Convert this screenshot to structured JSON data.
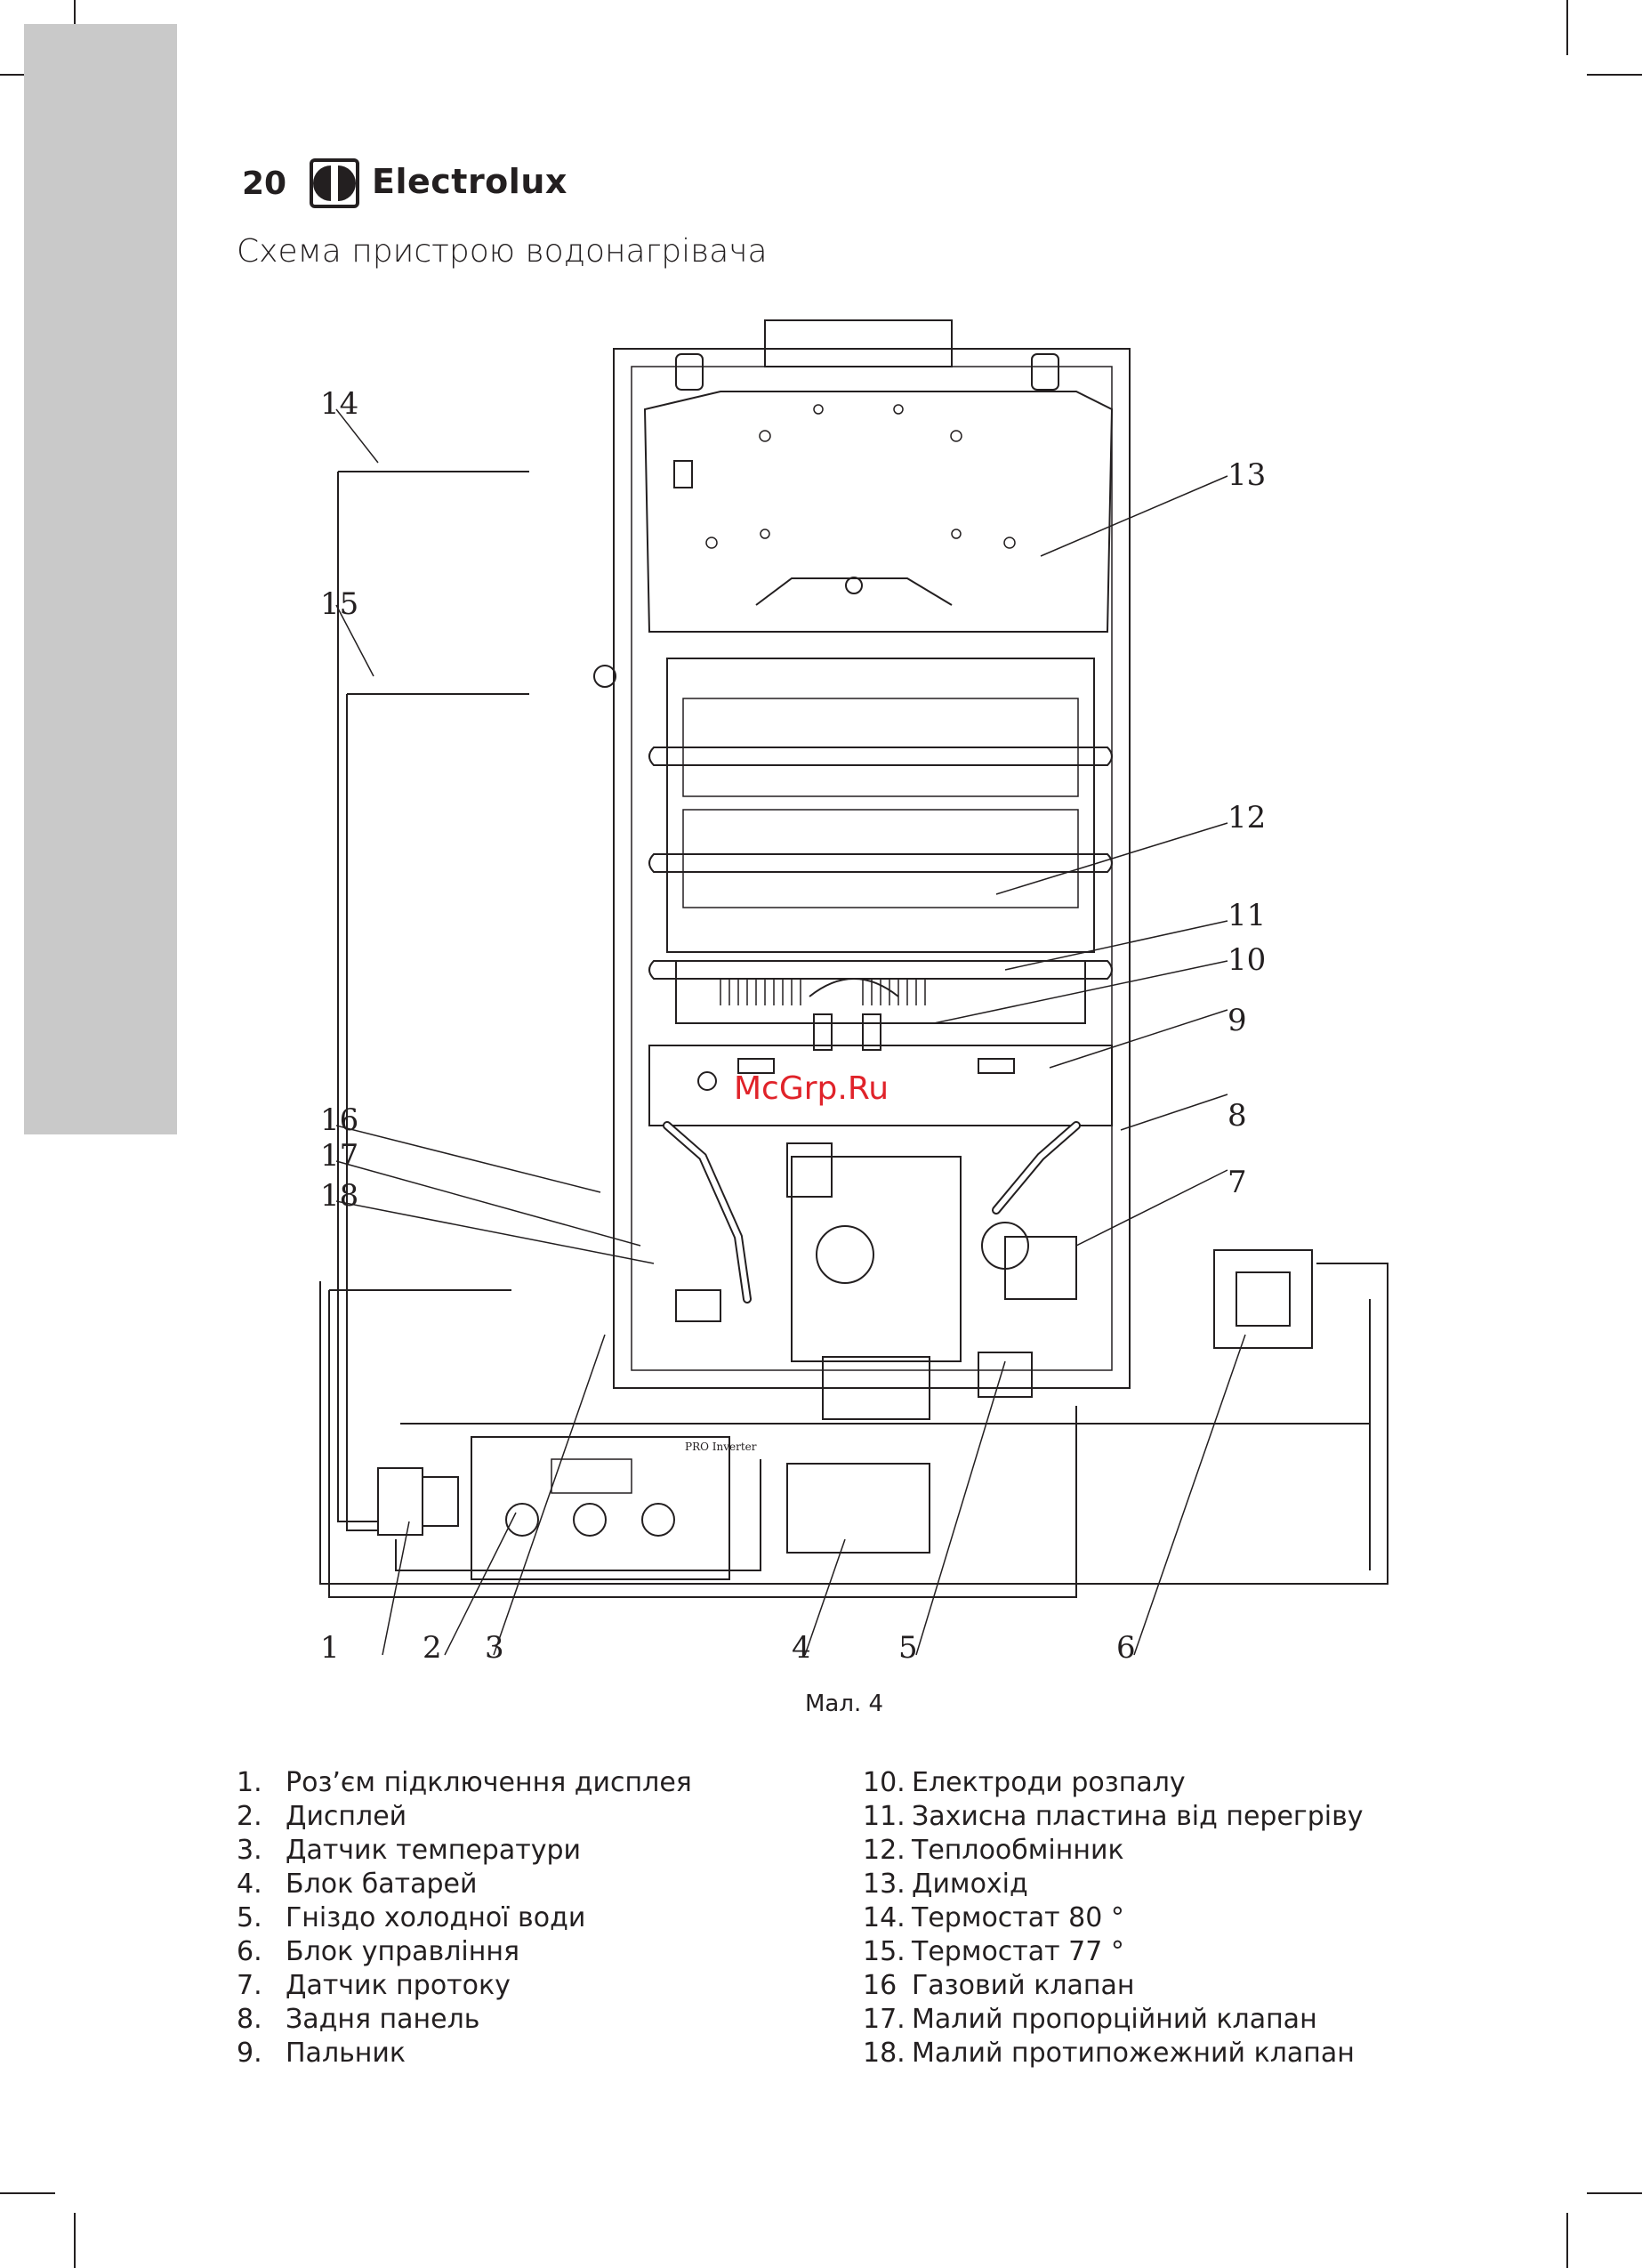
{
  "page": {
    "number": "20",
    "brand": "Electrolux",
    "title": "Схема пристрою водонагрівача",
    "watermark": "McGrp.Ru",
    "figure_caption": "Мал. 4"
  },
  "callouts": [
    "1",
    "2",
    "3",
    "4",
    "5",
    "6",
    "7",
    "8",
    "9",
    "10",
    "11",
    "12",
    "13",
    "14",
    "15",
    "16",
    "17",
    "18"
  ],
  "display_label": "PRO Inverter",
  "legend_left": [
    {
      "num": "1.",
      "text": "Роз’єм підключення дисплея"
    },
    {
      "num": "2.",
      "text": "Дисплей"
    },
    {
      "num": "3.",
      "text": "Датчик температури"
    },
    {
      "num": "4.",
      "text": "Блок батарей"
    },
    {
      "num": "5.",
      "text": "Гніздо холодної води"
    },
    {
      "num": "6.",
      "text": "Блок управління"
    },
    {
      "num": "7.",
      "text": "Датчик протоку"
    },
    {
      "num": "8.",
      "text": "Задня панель"
    },
    {
      "num": "9.",
      "text": "Пальник"
    }
  ],
  "legend_right": [
    {
      "num": "10.",
      "text": "Електроди розпалу"
    },
    {
      "num": "11.",
      "text": "Захисна пластина від перегріву"
    },
    {
      "num": "12.",
      "text": "Теплообмінник"
    },
    {
      "num": "13.",
      "text": "Димохід"
    },
    {
      "num": "14.",
      "text": "Термостат 80 °"
    },
    {
      "num": "15.",
      "text": "Термостат 77 °"
    },
    {
      "num": "16",
      "text": "Газовий клапан"
    },
    {
      "num": "17.",
      "text": "Малий пропорційний клапан"
    },
    {
      "num": "18.",
      "text": "Малий протипожежний клапан"
    }
  ],
  "colors": {
    "ink": "#231f20",
    "tab": "#c9c9c9",
    "watermark": "#e0232a"
  }
}
